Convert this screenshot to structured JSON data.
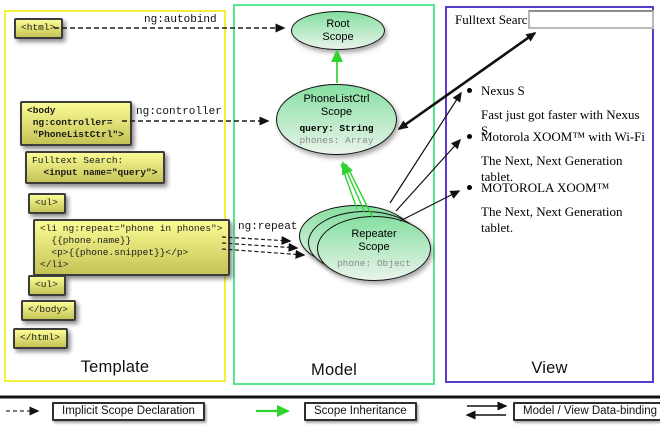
{
  "template_panel": {
    "title": "Template",
    "labels": {
      "autobind": "ng:autobind",
      "controller": "ng:controller",
      "repeat": "ng:repeat"
    },
    "code_boxes": {
      "html_open": {
        "lines": [
          "<html>"
        ]
      },
      "body_open": {
        "lines": [
          "<body",
          " ng:controller=",
          " \"PhoneListCtrl\">"
        ]
      },
      "fulltext": {
        "line1": "Fulltext Search:",
        "line2": "  <input name=\"query\">"
      },
      "ul_open": {
        "lines": [
          "<ul>"
        ]
      },
      "li_repeat": {
        "lines": [
          "<li ng:repeat=\"phone in phones\">",
          "  {{phone.name}}",
          "  <p>{{phone.snippet}}</p>",
          "</li>"
        ]
      },
      "ul_close": {
        "lines": [
          "<ul>"
        ]
      },
      "body_close": {
        "lines": [
          "</body>"
        ]
      },
      "html_close": {
        "lines": [
          "</html>"
        ]
      }
    }
  },
  "model_panel": {
    "title": "Model",
    "root_scope": {
      "line1": "Root",
      "line2": "Scope"
    },
    "phonelist_scope": {
      "line1": "PhoneListCtrl",
      "line2": "Scope",
      "prop1": "query: String",
      "prop2": "phones: Array"
    },
    "repeater_scope": {
      "line1": "Repeater",
      "line2": "Scope",
      "prop1": "phone: Object"
    }
  },
  "view_panel": {
    "title": "View",
    "search_label": "Fulltext Search:",
    "search_value": "",
    "items": [
      {
        "name": "Nexus S",
        "desc": "Fast just got faster with Nexus S."
      },
      {
        "name": "Motorola XOOM™ with Wi-Fi",
        "desc": "The Next, Next Generation tablet."
      },
      {
        "name": "MOTOROLA XOOM™",
        "desc": "The Next, Next Generation tablet."
      }
    ]
  },
  "legend": {
    "implicit": "Implicit Scope Declaration",
    "inheritance": "Scope Inheritance",
    "binding": "Model / View Data-binding"
  },
  "colors": {
    "template_border": "#f2ee3a",
    "model_border": "#57e88e",
    "view_border": "#5a3ccd",
    "scope_fill_top": "#86dfa1",
    "scope_fill_bottom": "#e9f4ea",
    "code_box_top": "#fcfc96",
    "code_box_bottom": "#c3c356",
    "inheritance_green": "#2fd42f"
  }
}
